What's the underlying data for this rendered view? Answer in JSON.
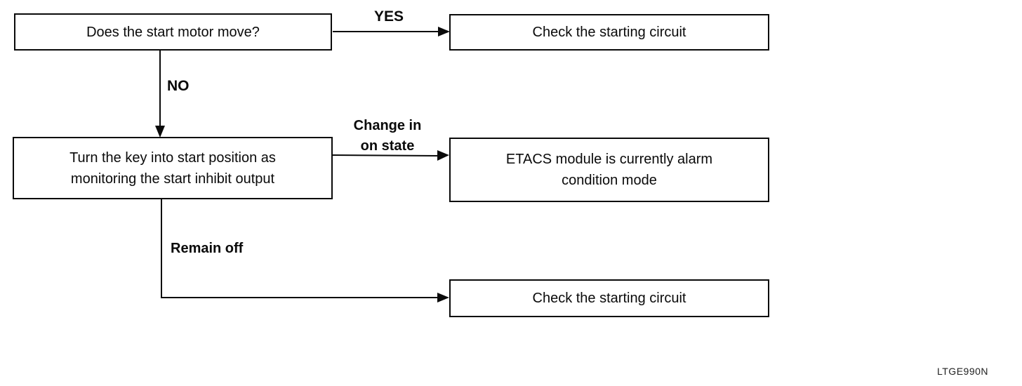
{
  "flowchart": {
    "boxes": [
      {
        "name": "start-motor-question",
        "text": "Does the start motor move?"
      },
      {
        "name": "check-starting-circuit-top",
        "text": "Check the starting circuit"
      },
      {
        "name": "turn-key-instruction",
        "text": "Turn the key into start position as monitoring the start inhibit output"
      },
      {
        "name": "etacs-alarm-result",
        "text": "ETACS module is currently alarm condition mode"
      },
      {
        "name": "check-starting-circuit-bottom",
        "text": "Check the starting circuit"
      }
    ],
    "edge_labels": {
      "yes": "YES",
      "no": "NO",
      "change_line1": "Change in",
      "change_line2": "on state",
      "remain_off": "Remain off"
    },
    "reference_code": "LTGE990N",
    "colors": {
      "line": "#0a0a0a",
      "background": "#ffffff"
    }
  }
}
